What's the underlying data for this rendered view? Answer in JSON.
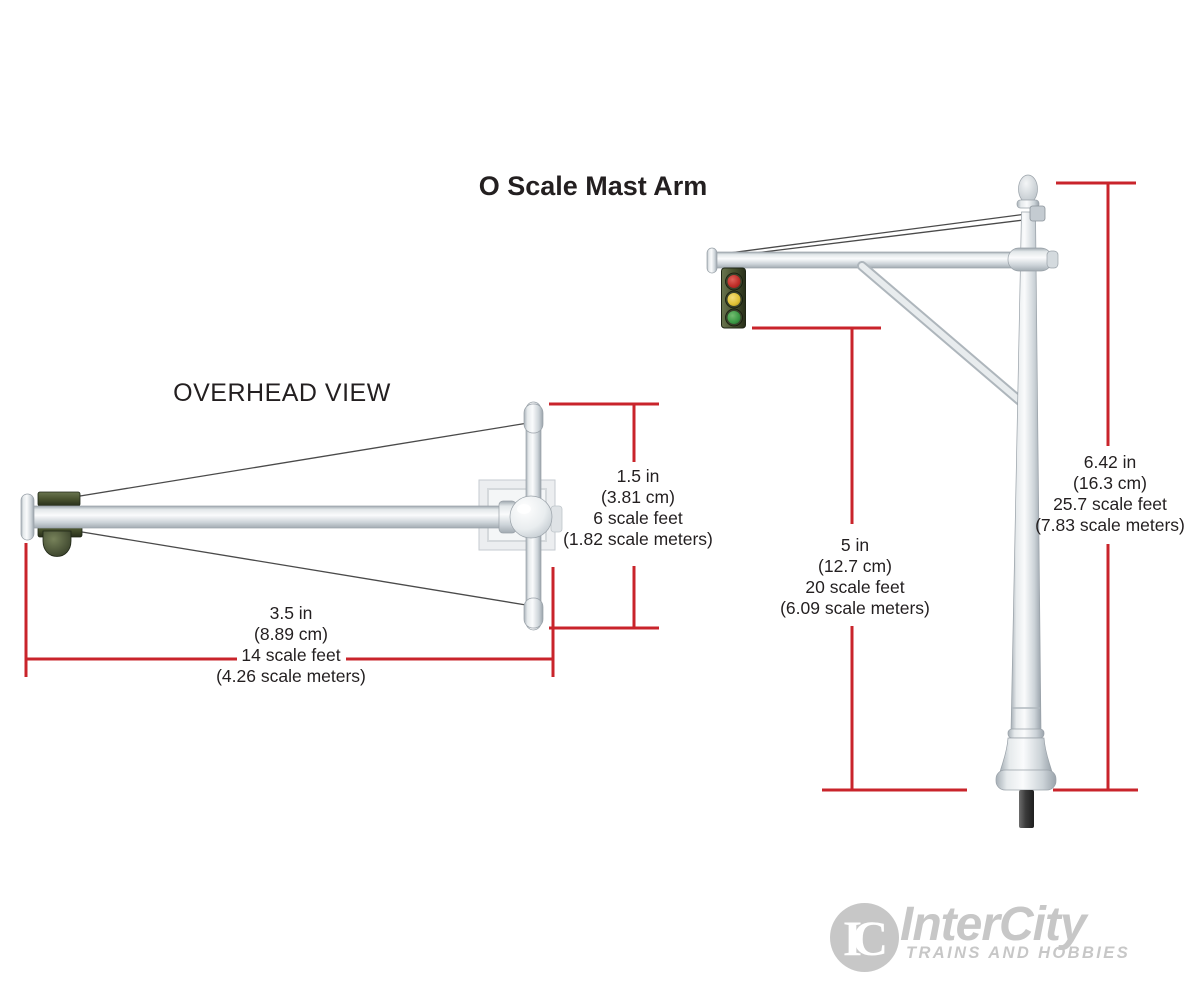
{
  "title": "O Scale Mast Arm",
  "overhead_view_label": "OVERHEAD VIEW",
  "dimensions": {
    "crossbar_width": {
      "lines": [
        "1.5 in",
        "(3.81 cm)",
        "6 scale feet",
        "(1.82 scale meters)"
      ]
    },
    "arm_length": {
      "lines": [
        "3.5 in",
        "(8.89 cm)",
        "14 scale feet",
        "(4.26 scale meters)"
      ]
    },
    "signal_clearance": {
      "lines": [
        "5 in",
        "(12.7 cm)",
        "20 scale feet",
        "(6.09 scale meters)"
      ]
    },
    "mast_height": {
      "lines": [
        "6.42 in",
        "(16.3 cm)",
        "25.7 scale feet",
        "(7.83 scale meters)"
      ]
    }
  },
  "signal_lights": [
    "red",
    "yellow",
    "green"
  ],
  "logo": {
    "monogram": "IC",
    "brand": "InterCity",
    "tagline": "TRAINS AND HOBBIES"
  },
  "colors": {
    "dim_red": "#c9242b",
    "text": "#231f20",
    "pole_light": "#fafbfc",
    "pole_mid": "#d3d9dd",
    "pole_dark": "#a2abb2",
    "signal_olive": "#4c5639",
    "signal_olive_dark": "#2a321c",
    "light_red": "#bf2d28",
    "light_yellow": "#e0c235",
    "light_green": "#3c9a46",
    "logo_gray": "#c7c7c7"
  }
}
